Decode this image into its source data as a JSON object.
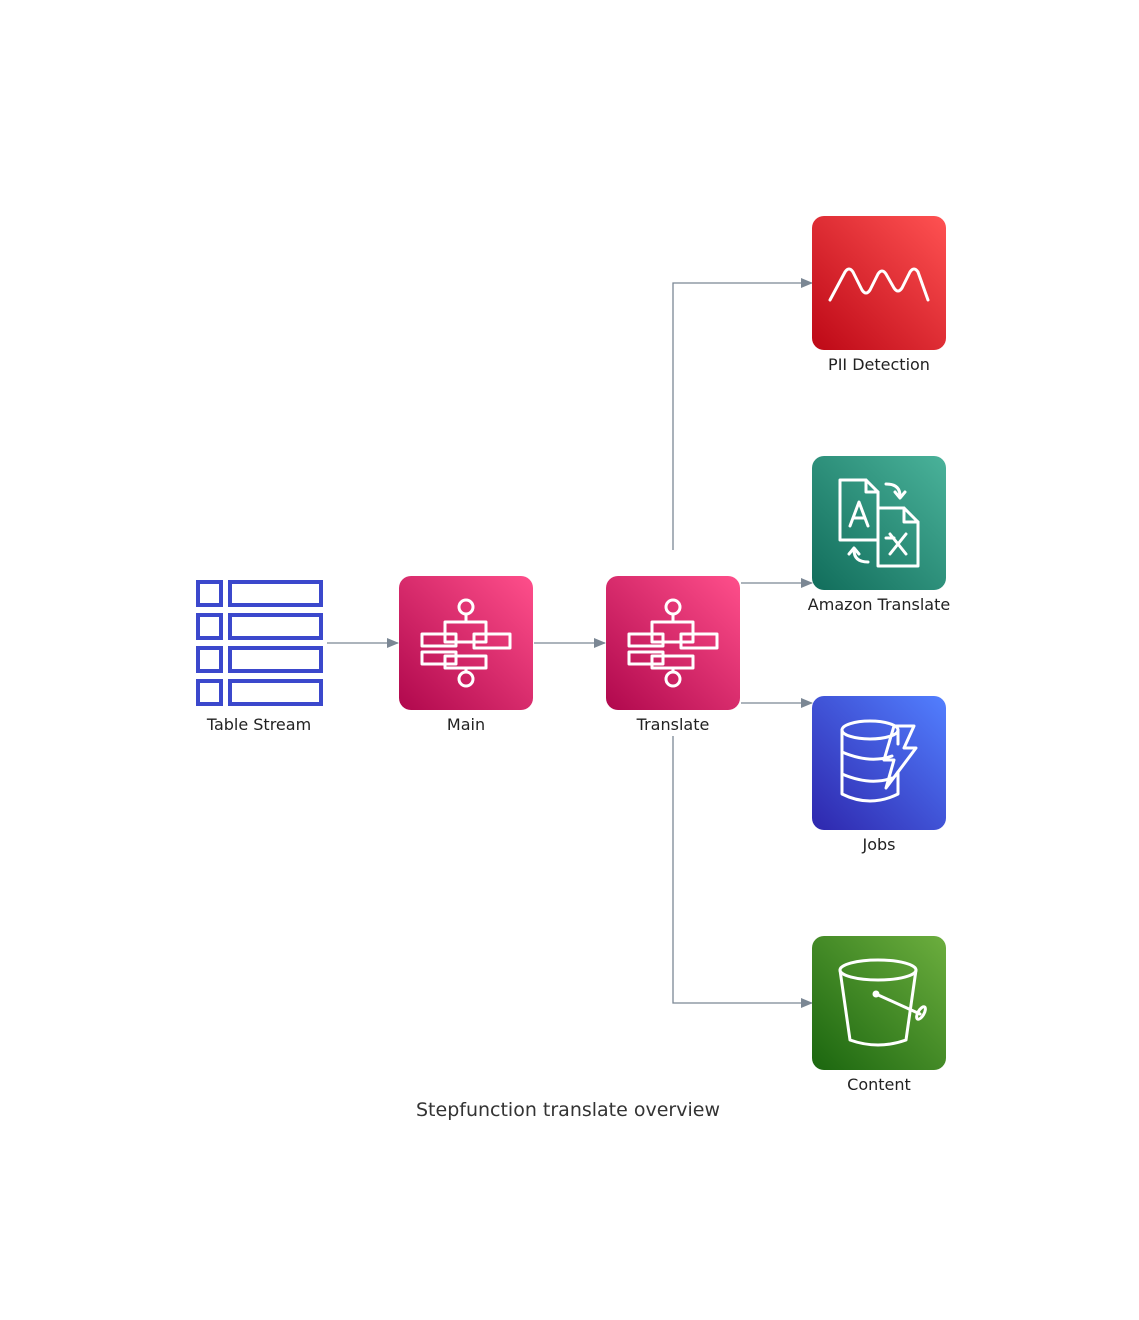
{
  "diagram": {
    "title": "Stepfunction translate overview",
    "nodes": [
      {
        "id": "table_stream",
        "label": "Table Stream",
        "icon": "dynamodb-stream-icon",
        "color": "#3B48CC"
      },
      {
        "id": "main",
        "label": "Main",
        "icon": "step-functions-icon",
        "color": "#E7157B"
      },
      {
        "id": "translate",
        "label": "Translate",
        "icon": "step-functions-icon",
        "color": "#E7157B"
      },
      {
        "id": "pii_detection",
        "label": "PII Detection",
        "icon": "comprehend-icon",
        "color": "#DD344C"
      },
      {
        "id": "amazon_translate",
        "label": "Amazon Translate",
        "icon": "translate-icon",
        "color": "#01A88D"
      },
      {
        "id": "jobs",
        "label": "Jobs",
        "icon": "dynamodb-icon",
        "color": "#4D72F3"
      },
      {
        "id": "content",
        "label": "Content",
        "icon": "s3-bucket-icon",
        "color": "#3F8624"
      }
    ],
    "edges": [
      {
        "from": "table_stream",
        "to": "main"
      },
      {
        "from": "main",
        "to": "translate"
      },
      {
        "from": "translate",
        "to": "pii_detection"
      },
      {
        "from": "translate",
        "to": "amazon_translate"
      },
      {
        "from": "translate",
        "to": "jobs"
      },
      {
        "from": "translate",
        "to": "content"
      }
    ],
    "edge_color": "#7B8794"
  }
}
